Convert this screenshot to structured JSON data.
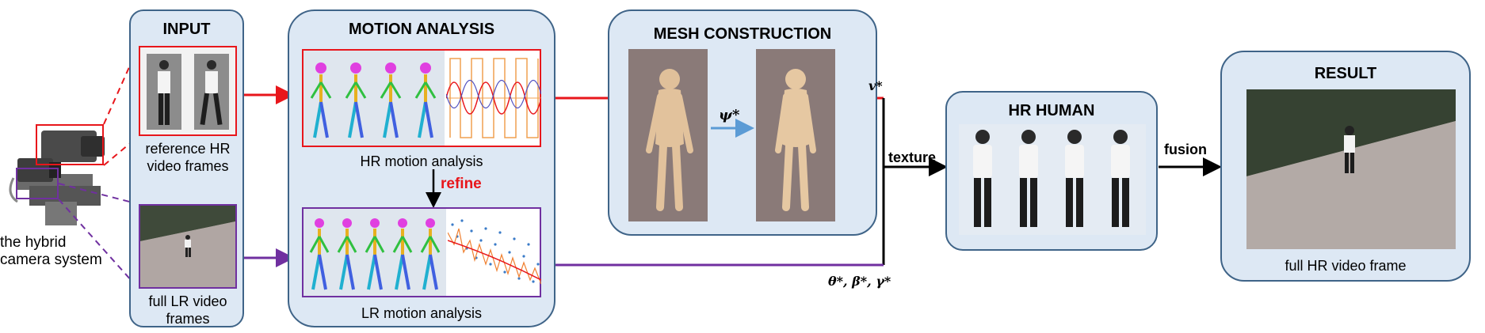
{
  "camera": {
    "label_line1": "the hybrid",
    "label_line2": "camera system"
  },
  "input": {
    "title": "INPUT",
    "hr_caption_line1": "reference HR",
    "hr_caption_line2": "video frames",
    "lr_caption_line1": "full LR video",
    "lr_caption_line2": "frames"
  },
  "motion": {
    "title": "MOTION ANALYSIS",
    "hr_caption": "HR motion analysis",
    "lr_caption": "LR motion analysis",
    "refine_label": "refine"
  },
  "mesh": {
    "title": "MESH CONSTRUCTION",
    "psi_label": "ψ*"
  },
  "hr_human": {
    "title": "HR HUMAN"
  },
  "result": {
    "title": "RESULT",
    "caption": "full HR video frame"
  },
  "edges": {
    "texture_label": "texture",
    "fusion_label": "fusion",
    "v_label": "v*",
    "params_label": "θ*, β*, γ*"
  },
  "colors": {
    "panel_fill": "#dde8f4",
    "panel_border": "#3f6488",
    "hr_red": "#e8161b",
    "lr_purple": "#7030a0",
    "psi_blue": "#5b9bd5"
  }
}
